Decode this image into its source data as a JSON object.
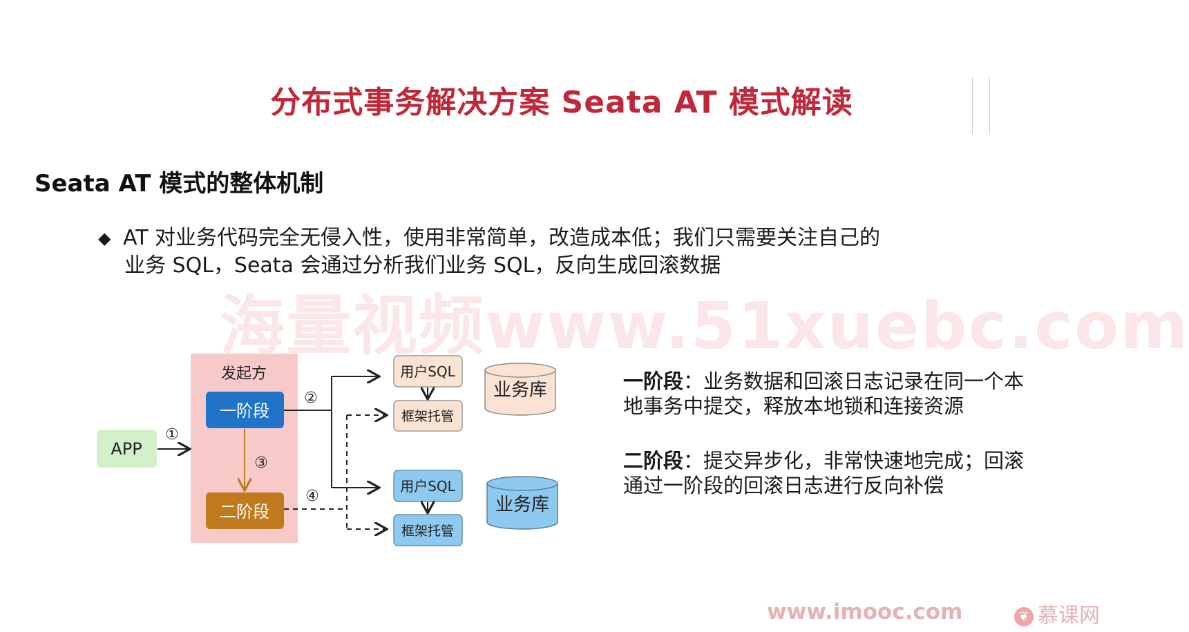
{
  "slide": {
    "title": "分布式事务解决方案 Seata AT 模式解读",
    "subtitle": "Seata AT 模式的整体机制",
    "bullet_symbol": "◆",
    "bullet_line1": "AT  对业务代码完全无侵入性，使用非常简单，改造成本低；我们只需要关注自己的",
    "bullet_line2": "业务 SQL，Seata 会通过分析我们业务 SQL，反向生成回滚数据",
    "watermark": "海量视频www.51xuebc.com"
  },
  "diagram": {
    "initiator_label": "发起方",
    "phase1_label": "一阶段",
    "phase2_label": "二阶段",
    "app_label": "APP",
    "step1": "①",
    "step2": "②",
    "step3": "③",
    "step4": "④",
    "top_user_sql": "用户SQL",
    "top_framework": "框架托管",
    "bottom_user_sql": "用户SQL",
    "bottom_framework": "框架托管",
    "db_top": "业务库",
    "db_bottom": "业务库",
    "colors": {
      "initiator_bg": "#f8c9c9",
      "phase1": "#1f73c9",
      "phase2": "#c07a1c",
      "app_bg": "#d3f0c8",
      "top_box_bg": "#fbe3d4",
      "bottom_box_bg": "#8ec9f0",
      "db_top_bg": "#fbe3d4",
      "db_bottom_bg": "#8ec9f0",
      "step3_arrow": "#c07a1c"
    }
  },
  "descriptions": {
    "phase1_title": "一阶段",
    "phase1_line1": "：业务数据和回滚日志记录在同一个本",
    "phase1_line2": "地事务中提交，释放本地锁和连接资源",
    "phase2_title": "二阶段",
    "phase2_line1": "：提交异步化，非常快速地完成；回滚",
    "phase2_line2": "通过一阶段的回滚日志进行反向补偿"
  },
  "footer": {
    "url": "www.imooc.com",
    "logo_text": "慕课网",
    "logo_icon": "flame-icon"
  }
}
